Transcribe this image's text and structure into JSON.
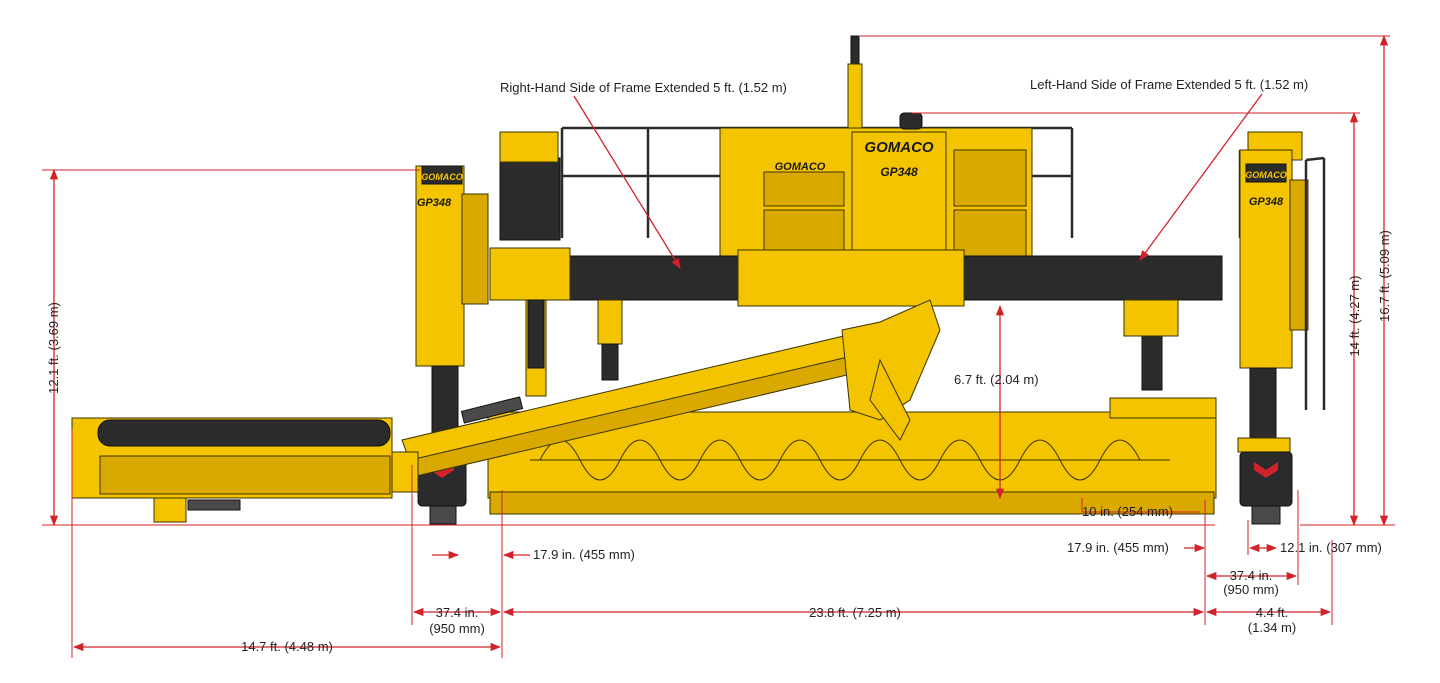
{
  "annotations": {
    "right_frame": "Right-Hand Side of Frame Extended 5 ft. (1.52 m)",
    "left_frame": "Left-Hand Side of Frame Extended 5 ft. (1.52 m)"
  },
  "machine": {
    "brand": "GOMACO",
    "model": "GP348"
  },
  "dimensions": {
    "height_leg": "12.1 ft. (3.69 m)",
    "clearance": "6.7 ft. (2.04 m)",
    "height_frame": "14 ft. (4.27 m)",
    "height_overall": "16.7 ft. (5.09 m)",
    "pan_offset": "10 in. (254 mm)",
    "track_inset_left": "17.9 in. (455 mm)",
    "track_inset_right": "17.9 in. (455 mm)",
    "track_offset_right": "12.1 in. (307 mm)",
    "track_left_a": "37.4 in.",
    "track_left_b": "(950 mm)",
    "track_right_a": "37.4 in.",
    "track_right_b": "(950 mm)",
    "paving_width": "23.8 ft. (7.25 m)",
    "right_ext_a": "4.4 ft.",
    "right_ext_b": "(1.34 m)",
    "conveyor_length": "14.7 ft. (4.48 m)"
  },
  "colors": {
    "machine_yellow": "#f5c400",
    "dimension_red": "#d2232a",
    "frame_dark": "#2b2b2b"
  }
}
